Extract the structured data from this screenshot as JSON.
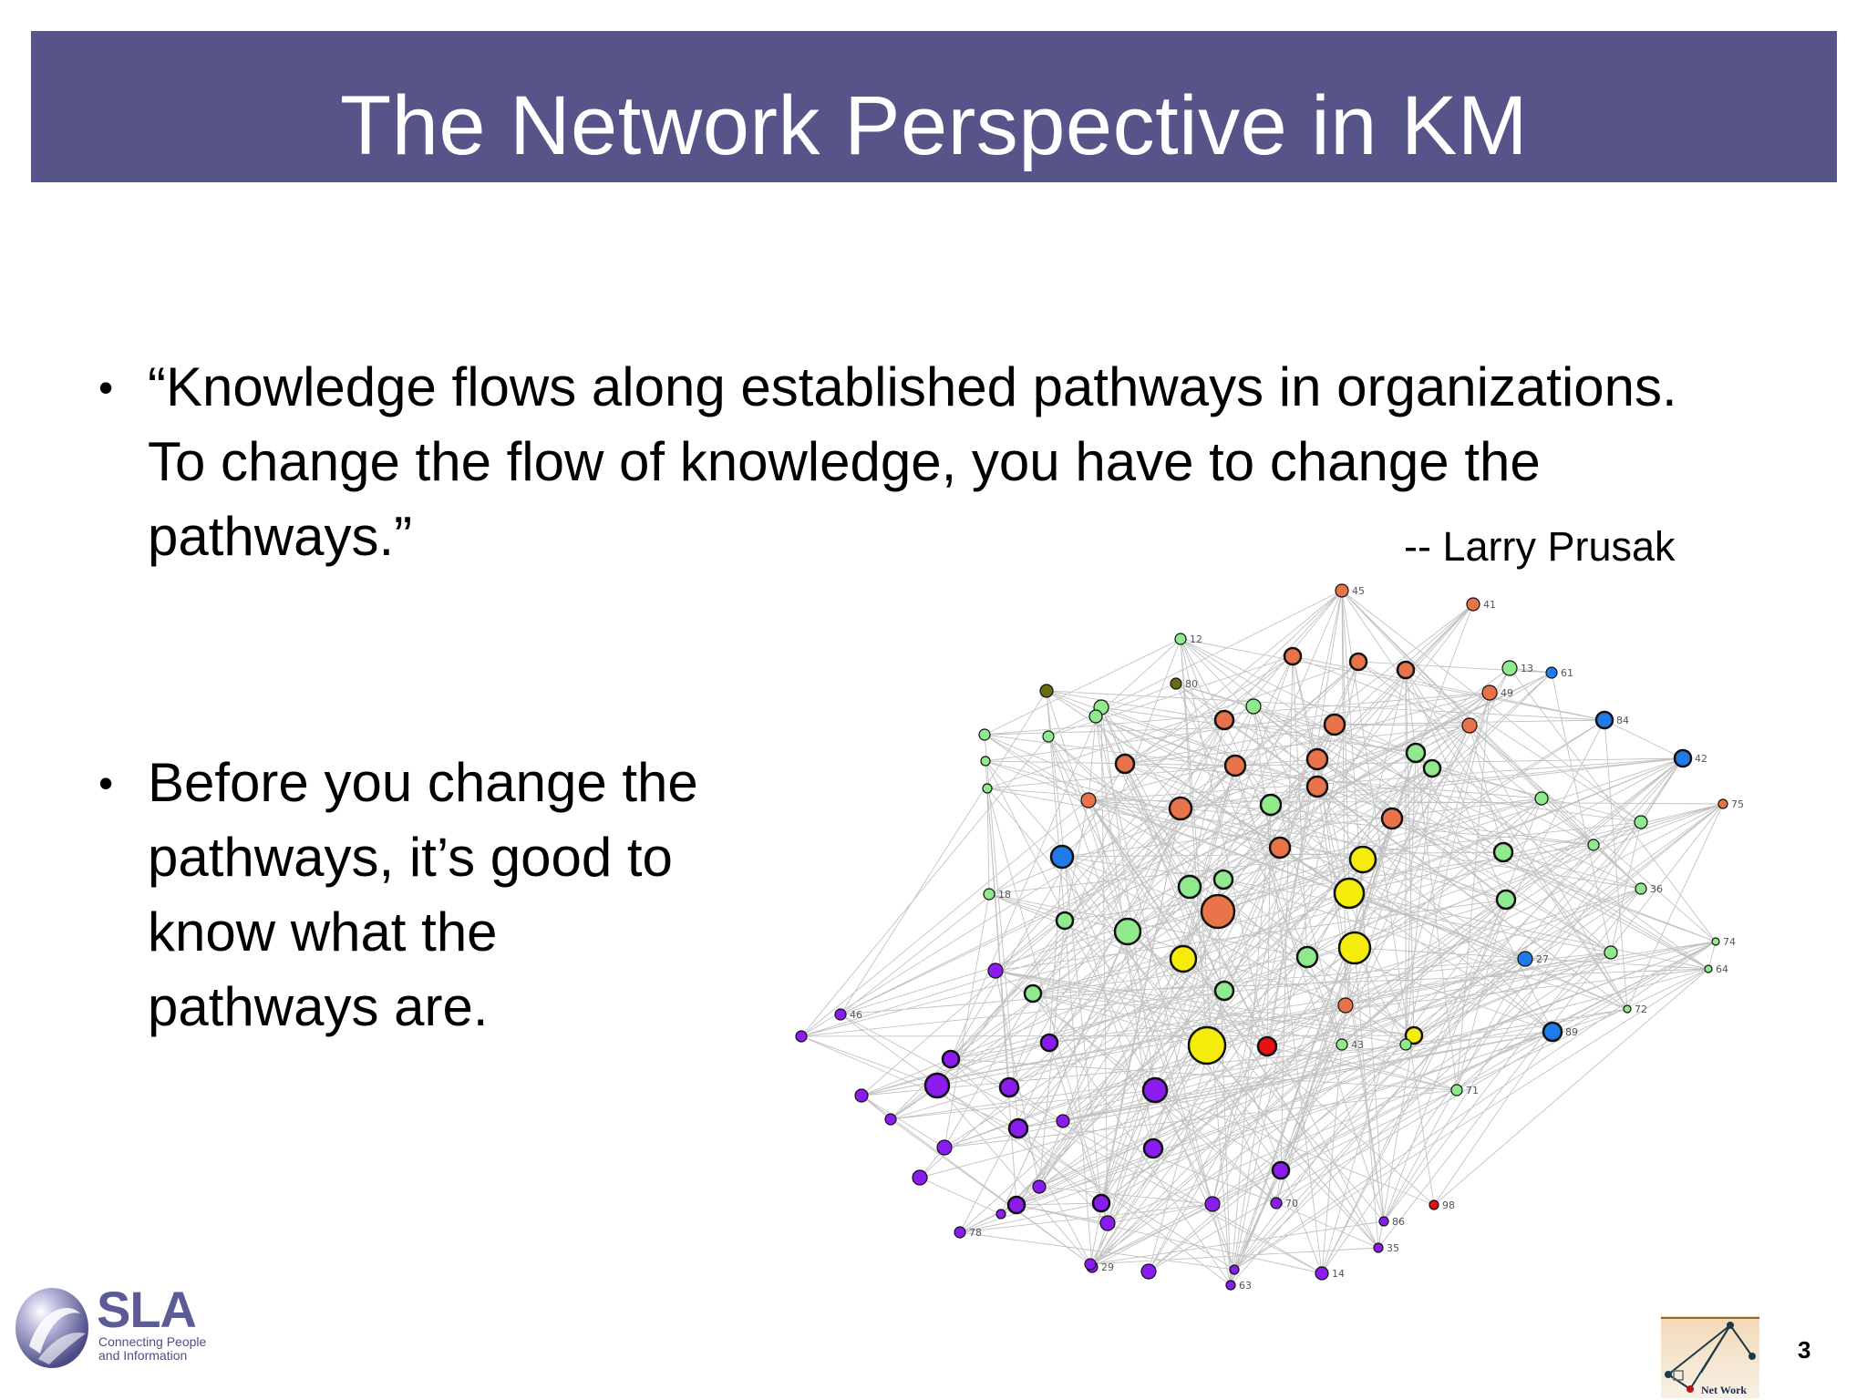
{
  "slide": {
    "title": "The Network Perspective in KM",
    "bullets": [
      {
        "lines": [
          "“Knowledge flows along established pathways in organizations.",
          "To change the flow of knowledge, you have to change the",
          "pathways.”"
        ]
      },
      {
        "lines": [
          "Before you change the",
          "pathways, it’s good to",
          "know what the",
          "pathways are."
        ]
      }
    ],
    "bullet_marker": "•",
    "attribution": "-- Larry Prusak",
    "page_number": "3"
  },
  "logos": {
    "sla": {
      "name": "SLA",
      "tagline_lines": [
        "Connecting People",
        "and Information"
      ]
    },
    "netwerk": {
      "label": "Net Work"
    }
  },
  "network_graph": {
    "node_colors": {
      "orange": "#e8734a",
      "green": "#8eea8c",
      "yellow": "#f5ec0c",
      "purple": "#8a1cf0",
      "blue": "#1e7be8",
      "red": "#e81010",
      "olive": "#6b6a12"
    },
    "node_labels": [
      "45",
      "41",
      "12",
      "80",
      "13",
      "61",
      "49",
      "84",
      "42",
      "75",
      "18",
      "36",
      "74",
      "64",
      "27",
      "72",
      "89",
      "71",
      "43",
      "46",
      "98",
      "86",
      "35",
      "14",
      "63",
      "29",
      "78",
      "70"
    ]
  },
  "theme": {
    "title_bar": "#565489",
    "title_text": "#ffffff"
  }
}
